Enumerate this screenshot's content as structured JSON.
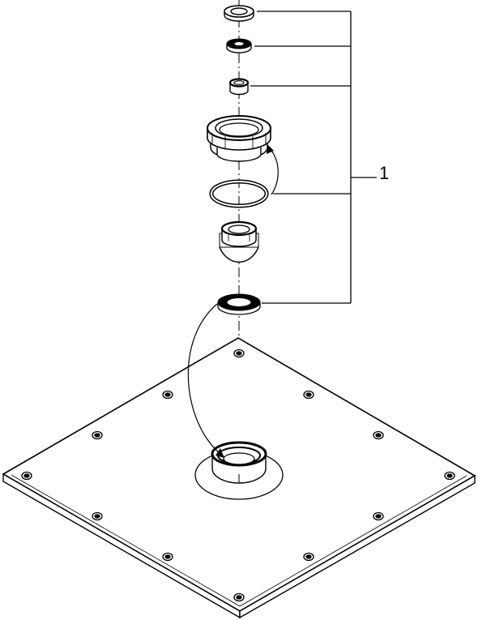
{
  "callout": {
    "label": "1"
  },
  "parts": [
    {
      "name": "washer"
    },
    {
      "name": "seal-ring"
    },
    {
      "name": "flow-restrictor"
    },
    {
      "name": "threaded-nut"
    },
    {
      "name": "o-ring"
    },
    {
      "name": "ball-joint"
    },
    {
      "name": "flat-gasket"
    },
    {
      "name": "shower-head-plate"
    }
  ],
  "colors": {
    "line": "#000000",
    "background": "#ffffff"
  }
}
